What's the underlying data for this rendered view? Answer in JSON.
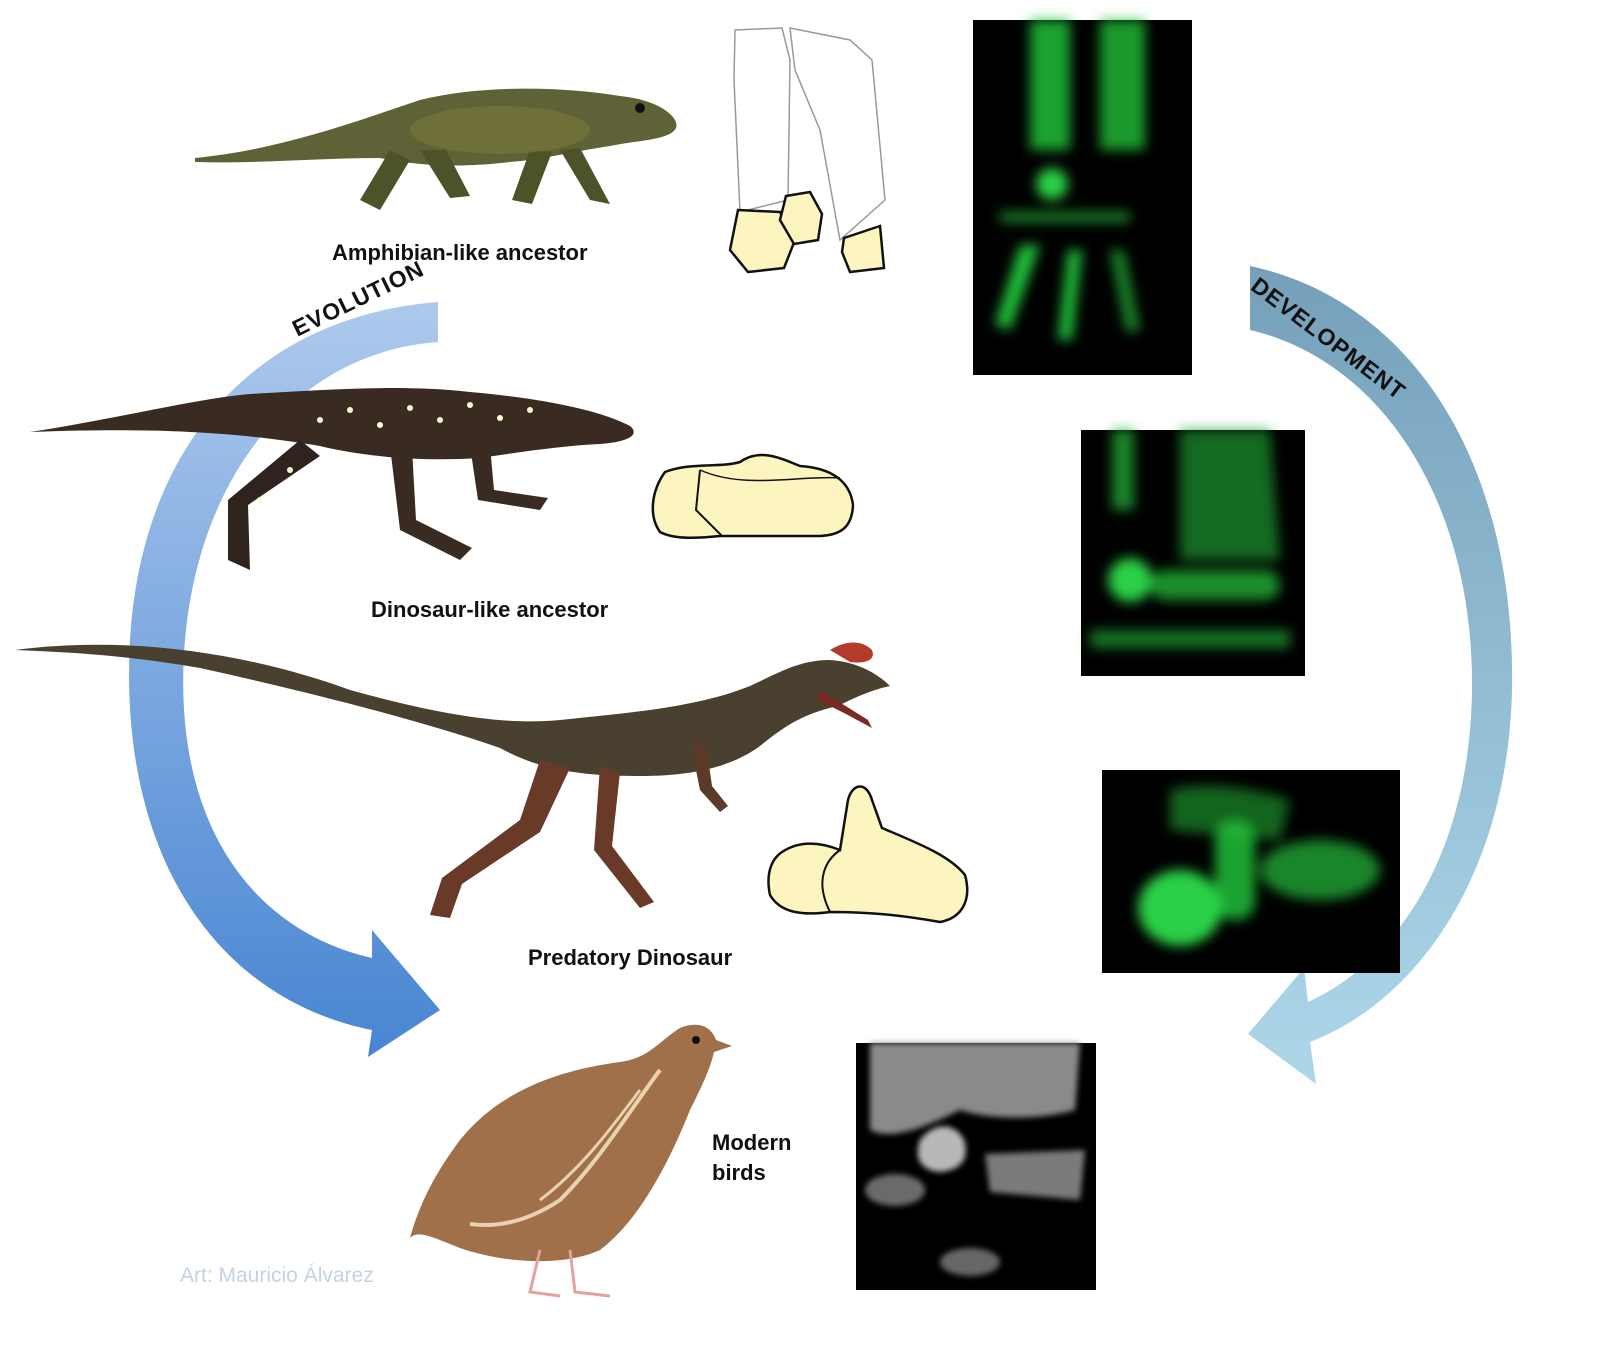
{
  "labels": {
    "amphibian": "Amphibian-like ancestor",
    "dinosaur_like": "Dinosaur-like ancestor",
    "predatory": "Predatory Dinosaur",
    "modern_line1": "Modern",
    "modern_line2": "birds"
  },
  "arrows": {
    "evolution": "EVOLUTION",
    "development": "DEVELOPMENT"
  },
  "credit": "Art: Mauricio Álvarez",
  "colors": {
    "evolution_arrow": "#5b8fd4",
    "development_arrow": "#8fc0d6",
    "bone_fill": "#fdf5c0",
    "fluorescence": "#22c03a"
  }
}
